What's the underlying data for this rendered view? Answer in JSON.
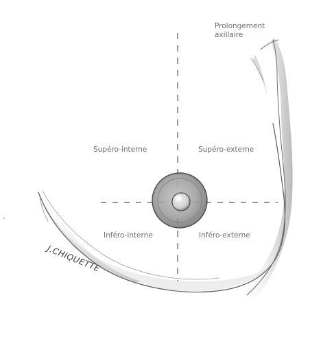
{
  "labels": {
    "prolongement_line1": "Prolongement",
    "prolongement_line2": "axillaire",
    "supero_interne": "Supéro-interne",
    "supero_externe": "Supéro-externe",
    "infero_interne": "Inféro-interne",
    "infero_externe": "Inféro-externe"
  },
  "signature": "J.CHIQUETTE",
  "colors": {
    "background": "#ffffff",
    "pencil_dark": "#4a4a4a",
    "pencil_mid": "#8a8a8a",
    "pencil_light": "#c8c8c8",
    "label_text": "#6e6e6e"
  }
}
